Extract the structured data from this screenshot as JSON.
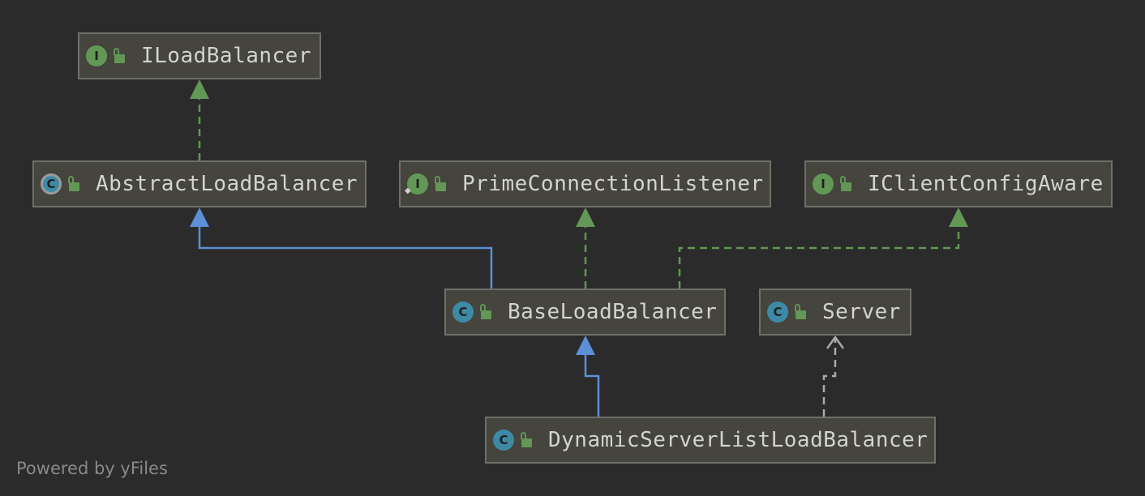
{
  "nodes": {
    "iloadbalancer": {
      "kind_letter": "I",
      "label": "ILoadBalancer",
      "kind": "interface"
    },
    "abstract_lb": {
      "kind_letter": "C",
      "label": "AbstractLoadBalancer",
      "kind": "abstract-class"
    },
    "prime_listener": {
      "kind_letter": "I",
      "label": "PrimeConnectionListener",
      "kind": "interface"
    },
    "iclient_config": {
      "kind_letter": "I",
      "label": "IClientConfigAware",
      "kind": "interface"
    },
    "base_lb": {
      "kind_letter": "C",
      "label": "BaseLoadBalancer",
      "kind": "class"
    },
    "server": {
      "kind_letter": "C",
      "label": "Server",
      "kind": "class"
    },
    "dynamic_lb": {
      "kind_letter": "C",
      "label": "DynamicServerListLoadBalancer",
      "kind": "class"
    }
  },
  "edges": [
    {
      "from": "AbstractLoadBalancer",
      "to": "ILoadBalancer",
      "type": "implements"
    },
    {
      "from": "BaseLoadBalancer",
      "to": "AbstractLoadBalancer",
      "type": "extends"
    },
    {
      "from": "BaseLoadBalancer",
      "to": "PrimeConnectionListener",
      "type": "implements"
    },
    {
      "from": "BaseLoadBalancer",
      "to": "IClientConfigAware",
      "type": "implements"
    },
    {
      "from": "DynamicServerListLoadBalancer",
      "to": "BaseLoadBalancer",
      "type": "extends"
    },
    {
      "from": "DynamicServerListLoadBalancer",
      "to": "Server",
      "type": "depends-on"
    }
  ],
  "icons": {
    "interface": "interface-icon",
    "class": "class-icon",
    "abstract-class": "abstract-class-icon",
    "visibility": "public-lock-icon"
  },
  "colors": {
    "background": "#2b2b2b",
    "node_fill": "#45443d",
    "node_border": "#6f6f6a",
    "implements": "#629755",
    "extends": "#5c8fd6",
    "dependency": "#a9a9a9",
    "interface_badge": "#629755",
    "class_badge": "#3d8aa6"
  },
  "footer": "Powered by yFiles"
}
